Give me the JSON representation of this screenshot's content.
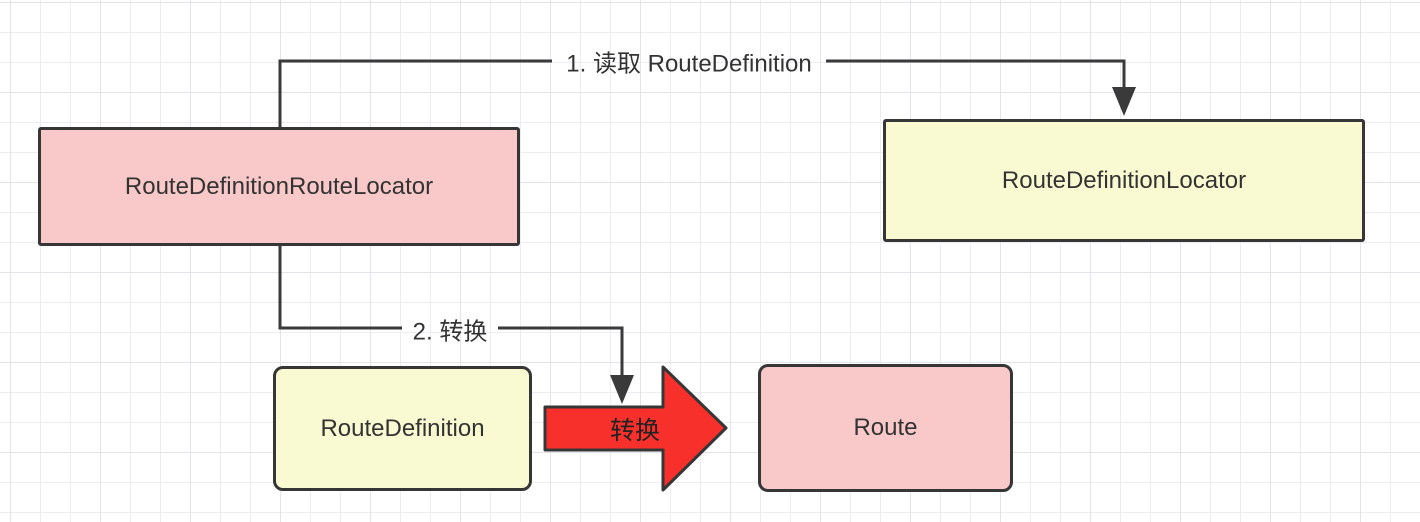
{
  "diagram": {
    "colors": {
      "box_pink": "#f9c9c9",
      "box_yellow": "#fafad2",
      "box_border": "#363636",
      "wire": "#3a3a3a",
      "arrow_red": "#f8302b",
      "text": "#333333",
      "grid_line": "#ededf1"
    },
    "boxes": [
      {
        "label": "RouteDefinitionRouteLocator"
      },
      {
        "label": "RouteDefinitionLocator"
      },
      {
        "label": "RouteDefinition"
      },
      {
        "label": "Route"
      }
    ],
    "edge_labels": [
      {
        "label": "1. 读取 RouteDefinition"
      },
      {
        "label": "2. 转换"
      }
    ],
    "convert_arrow": {
      "label": "转换"
    }
  }
}
